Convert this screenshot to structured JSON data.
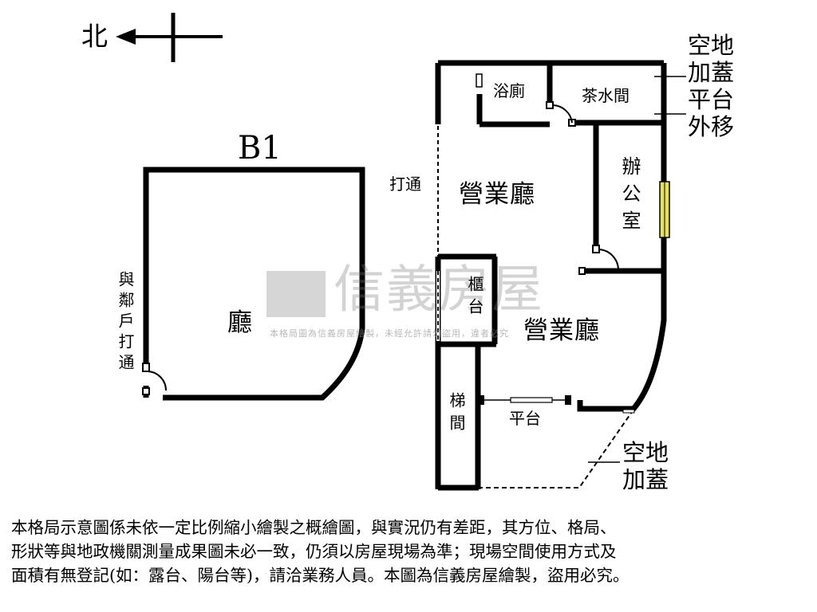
{
  "compass": {
    "label": "北"
  },
  "basement": {
    "level_label": "B1",
    "hall_label": "廳",
    "door_note": "與鄰戶打通"
  },
  "ground_floor": {
    "bathroom_label": "浴廁",
    "pantry_label": "茶水間",
    "open_note": "打通",
    "hall_upper_label": "營業廳",
    "office_label": "辦公室",
    "counter_label": "櫃台",
    "hall_lower_label": "營業廳",
    "stairs_label": "梯間",
    "platform_label": "平台"
  },
  "notes": {
    "top_right": "空地\n加蓋\n平台\n外移",
    "bottom_right": "空地\n加蓋"
  },
  "watermark": {
    "brand": "信義房屋",
    "sub": "本格局圖為信義房屋繪製，未經允許請勿盜用，違者必究"
  },
  "disclaimer": "本格局示意圖係未依一定比例縮小繪製之概繪圖，與實況仍有差距，其方位、格局、\n形狀等與地政機關測量成果圖未必一致，仍須以房屋現場為準；現場空間使用方式及\n面積有無登記(如：露台、陽台等)，請洽業務人員。本圖為信義房屋繪製，盜用必究。",
  "colors": {
    "wall": "#000000",
    "window": "#e6e15a",
    "background": "#ffffff"
  }
}
